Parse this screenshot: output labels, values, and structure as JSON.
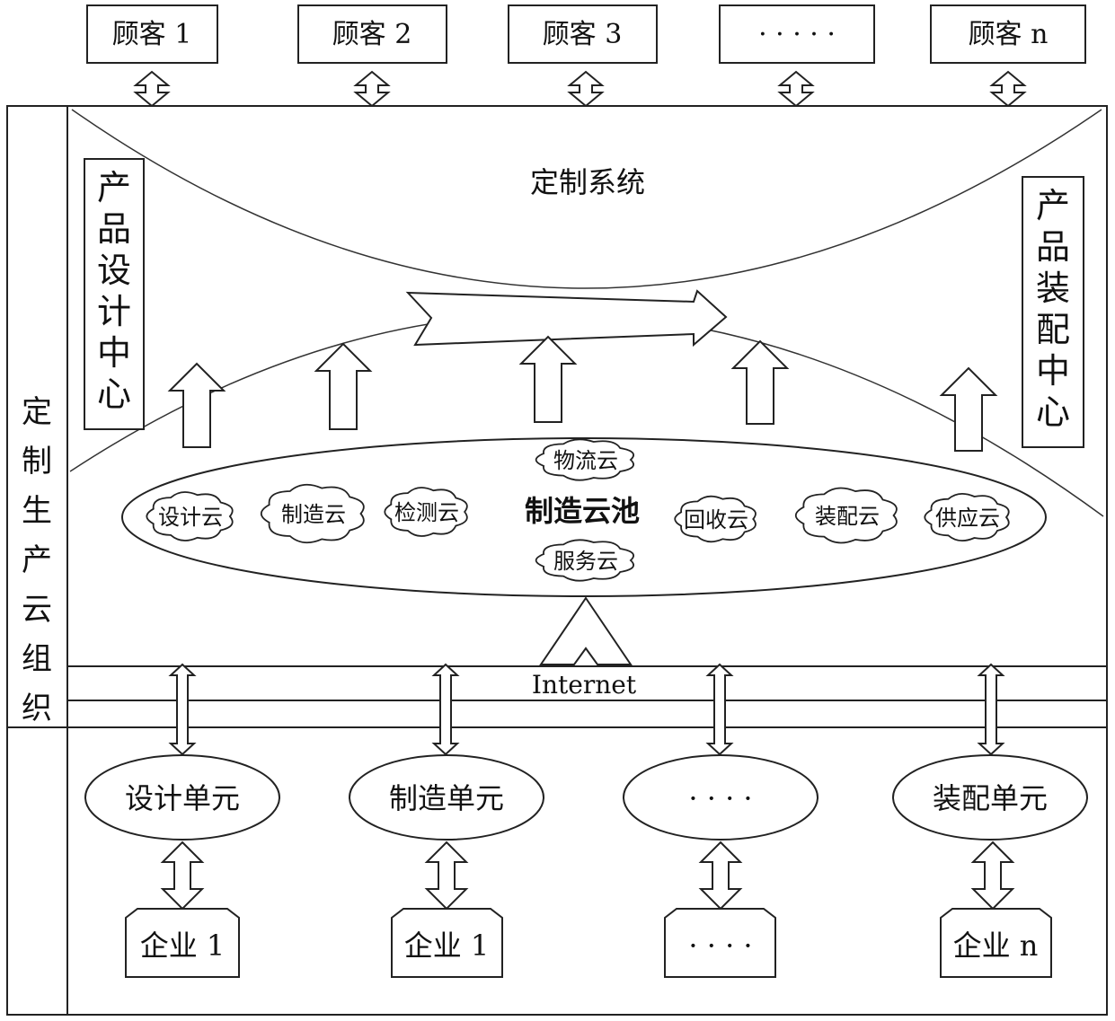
{
  "customers": [
    "顾客 1",
    "顾客 2",
    "顾客 3",
    "· · · · ·",
    "顾客 n"
  ],
  "left_org_label": "定制生产云组织",
  "design_center": "产品设计中心",
  "assembly_center": "产品装配中心",
  "custom_system": "定制系统",
  "cloud_pool": "制造云池",
  "clouds": [
    "设计云",
    "制造云",
    "检测云",
    "物流云",
    "服务云",
    "回收云",
    "装配云",
    "供应云"
  ],
  "internet": "Internet",
  "units": [
    "设计单元",
    "制造单元",
    "· · · ·",
    "装配单元"
  ],
  "enterprises": [
    "企业 1",
    "企业 1",
    "· · · ·",
    "企业 n"
  ]
}
